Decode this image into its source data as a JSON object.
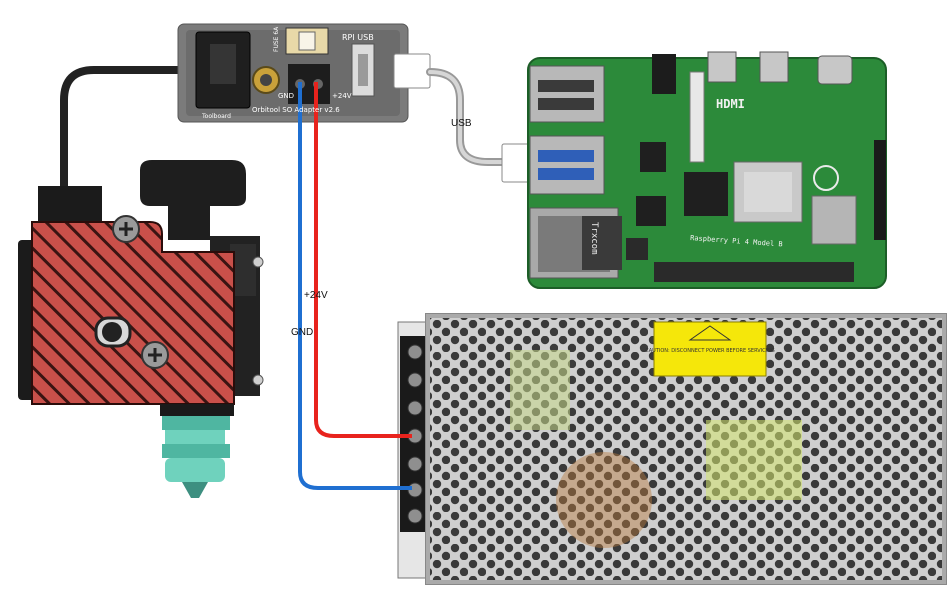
{
  "wires": {
    "usb_label": "USB",
    "power_label": "+24V",
    "ground_label": "GND"
  },
  "adapter": {
    "title": "Orbitool SO Adapter v2.6",
    "port_label": "RPI USB",
    "gnd_label": "GND",
    "v24_label": "+24V",
    "fuse_label": "FUSE 6A",
    "toolboard_label": "Toolboard"
  },
  "pi": {
    "hdmi_label": "HDMI",
    "model_text": "Raspberry Pi 4 Model B",
    "trxcom_text": "Trxcom"
  },
  "psu": {
    "warning_text": "CAUTION: DISCONNECT POWER BEFORE SERVICING"
  },
  "colors": {
    "positive_wire": "#e8231d",
    "ground_wire": "#1f6fd1",
    "toolhead_red": "#c9504a",
    "nozzle_teal": "#5fc4b0",
    "pcb_green": "#2c8a3a",
    "adapter_board": "#7b7b7b"
  }
}
